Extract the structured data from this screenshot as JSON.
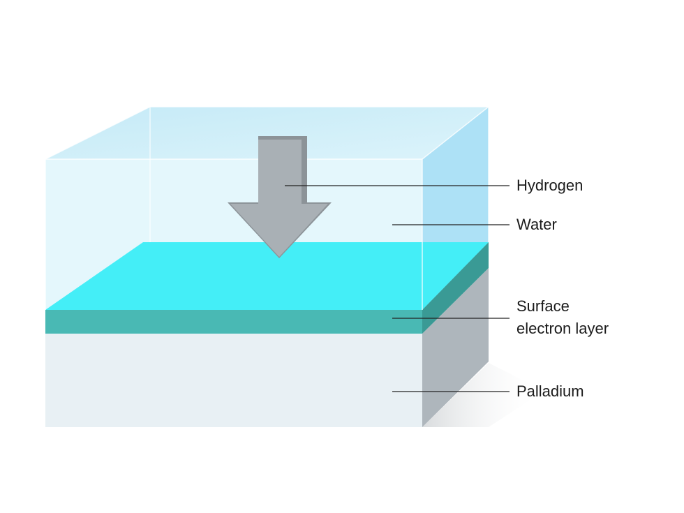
{
  "labels": {
    "hydrogen": "Hydrogen",
    "water": "Water",
    "surface_line1": "Surface",
    "surface_line2": "electron layer",
    "palladium": "Palladium"
  },
  "colors": {
    "water_front": "#dff6fb",
    "water_side": "#9fdcf5",
    "water_top": "#c7ebf7",
    "electron_top": "#44eef7",
    "electron_front": "#49b9b4",
    "electron_side": "#3a9a95",
    "palladium_front": "#e8f0f4",
    "palladium_side": "#aeb6bc",
    "arrow": "#a9b0b5",
    "arrow_shade": "#8c9398"
  }
}
